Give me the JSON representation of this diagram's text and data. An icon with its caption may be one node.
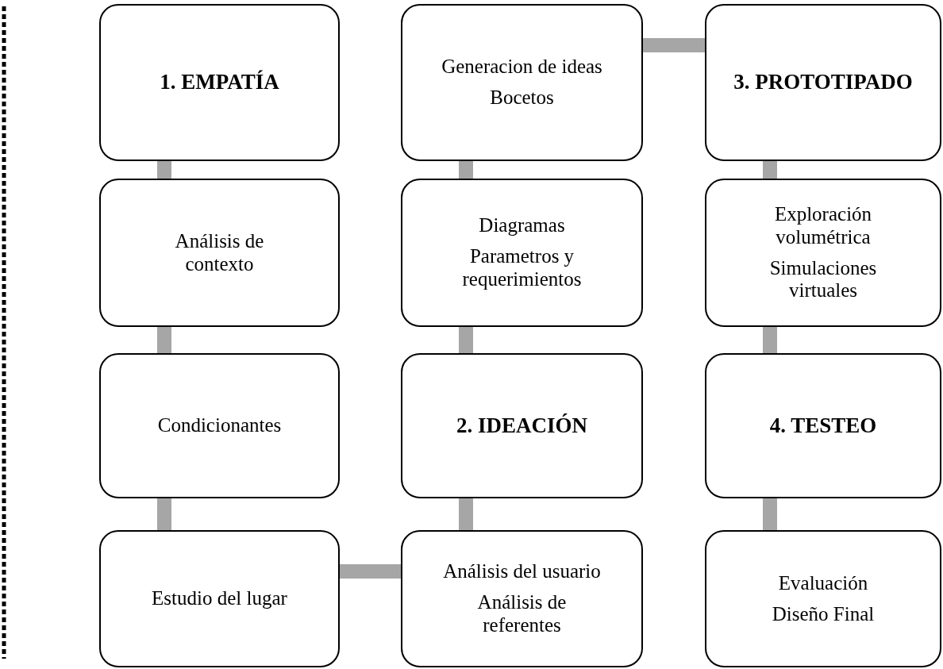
{
  "diagram": {
    "nodes": [
      {
        "text": [
          "1. EMPATÍA"
        ]
      },
      {
        "text": [
          "Generacion de ideas",
          "Bocetos"
        ]
      },
      {
        "text": [
          "3. PROTOTIPADO"
        ]
      },
      {
        "text": [
          "Análisis de contexto"
        ]
      },
      {
        "text": [
          "Diagramas",
          "Parametros y requerimientos"
        ]
      },
      {
        "text": [
          "Exploración volumétrica",
          "Simulaciones virtuales"
        ]
      },
      {
        "text": [
          "Condicionantes"
        ]
      },
      {
        "text": [
          "2. IDEACIÓN"
        ]
      },
      {
        "text": [
          "4. TESTEO"
        ]
      },
      {
        "text": [
          "Estudio del lugar"
        ]
      },
      {
        "text": [
          "Análisis del usuario",
          "Análisis de referentes"
        ]
      },
      {
        "text": [
          "Evaluación",
          "Diseño Final"
        ]
      }
    ],
    "edges": [
      {
        "from": 0,
        "to": 3,
        "arrow": "none"
      },
      {
        "from": 3,
        "to": 6,
        "arrow": "none"
      },
      {
        "from": 6,
        "to": 9,
        "arrow": "none"
      },
      {
        "from": 9,
        "to": 10,
        "arrow": "none"
      },
      {
        "from": 10,
        "to": 7,
        "arrow": "none"
      },
      {
        "from": 7,
        "to": 4,
        "arrow": "none"
      },
      {
        "from": 4,
        "to": 1,
        "arrow": "none"
      },
      {
        "from": 1,
        "to": 2,
        "arrow": "none"
      },
      {
        "from": 2,
        "to": 5,
        "arrow": "none"
      },
      {
        "from": 5,
        "to": 8,
        "arrow": "none"
      },
      {
        "from": 8,
        "to": 11,
        "arrow": "none"
      }
    ]
  }
}
